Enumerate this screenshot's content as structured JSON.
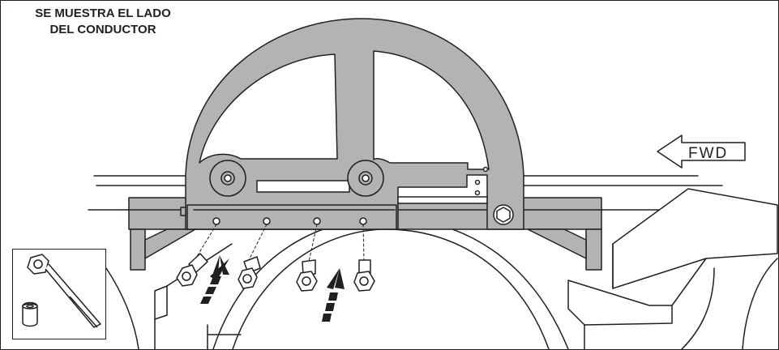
{
  "title": {
    "line1": "SE MUESTRA EL LADO",
    "line2": "DEL CONDUCTOR"
  },
  "direction_label": "FWD",
  "icons": {
    "tool": "ratchet-with-socket-icon",
    "direction": "fwd-arrow-icon",
    "install": "dashed-install-arrow-icon"
  },
  "colors": {
    "tool_fill": "#b3b3b3",
    "line": "#231f20",
    "background": "#ffffff"
  }
}
